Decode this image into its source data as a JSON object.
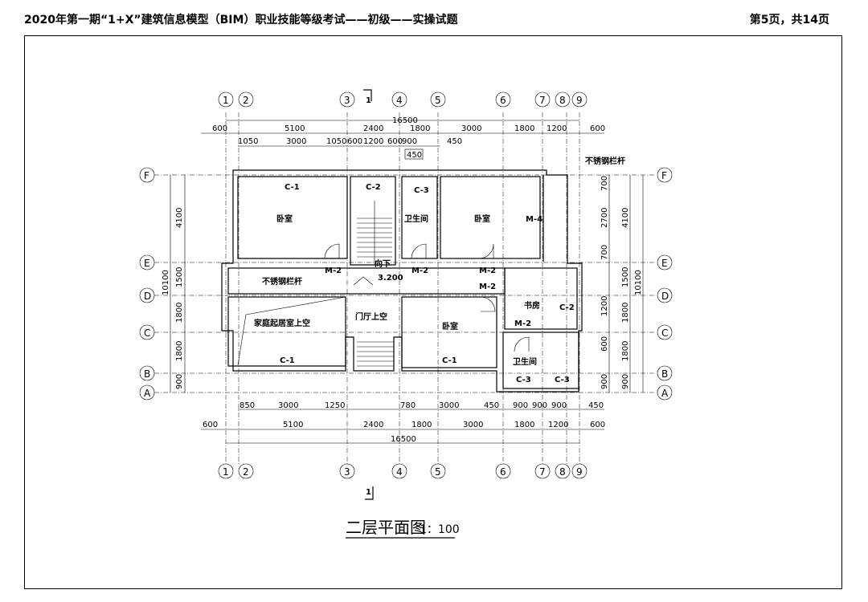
{
  "header": {
    "title": "2020年第一期“1+X”建筑信息模型（BIM）职业技能等级考试——初级——实操试题",
    "page": "第5页，共14页"
  },
  "drawing": {
    "title": "二层平面图",
    "scale": "1：100",
    "section_mark": "1",
    "col_axes": [
      "1",
      "2",
      "3",
      "4",
      "5",
      "6",
      "7",
      "8",
      "9"
    ],
    "row_axes": [
      "F",
      "E",
      "D",
      "C",
      "B",
      "A"
    ],
    "top_dims_outer": [
      "600",
      "5100",
      "2400",
      "1800",
      "3000",
      "1800",
      "1200",
      "600"
    ],
    "top_total": "16500",
    "top_dims_inner": [
      "1050",
      "3000",
      "1050",
      "600",
      "1200",
      "600",
      "900",
      "450"
    ],
    "top_dim_extra": "450",
    "bottom_dims_inner": [
      "850",
      "3000",
      "1250",
      "780",
      "3000",
      "450",
      "900",
      "900",
      "900",
      "450"
    ],
    "bottom_dims_outer": [
      "600",
      "5100",
      "2400",
      "1800",
      "3000",
      "1800",
      "1200",
      "600"
    ],
    "bottom_total": "16500",
    "left_dims_outer": [
      "4100",
      "1500",
      "1800",
      "1800",
      "900"
    ],
    "left_total": "10100",
    "right_dims_inner": [
      "700",
      "2700",
      "700",
      "1200",
      "600",
      "900"
    ],
    "right_dims_outer": [
      "4100",
      "1500",
      "1800",
      "1800",
      "900"
    ],
    "right_total": "10100",
    "windows": {
      "c1": "C-1",
      "c2": "C-2",
      "c3": "C-3"
    },
    "doors": {
      "m2": "M-2",
      "m4": "M-4"
    },
    "rooms": {
      "bedroom": "卧室",
      "bathroom": "卫生间",
      "study": "书房",
      "void_living": "家庭起居室上空",
      "void_hall": "门厅上空"
    },
    "labels": {
      "rail": "不锈钢栏杆",
      "stair_down": "向下",
      "elevation": "3.200"
    }
  }
}
